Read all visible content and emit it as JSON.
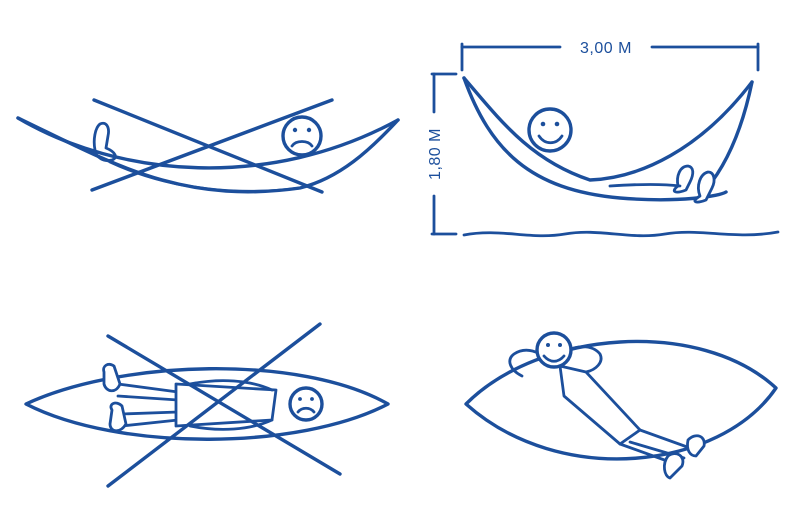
{
  "dimensions": {
    "width_label": "3,00 M",
    "height_label": "1,80 M"
  },
  "colors": {
    "line": "#1c4f9c",
    "background": "#ffffff"
  },
  "panels": [
    {
      "id": "wrong-lengthwise-hammock",
      "marked_incorrect": true,
      "face": "sad"
    },
    {
      "id": "correct-diagonal-hammock",
      "marked_incorrect": false,
      "face": "happy"
    },
    {
      "id": "wrong-lying-straight-top-view",
      "marked_incorrect": true,
      "face": "sad"
    },
    {
      "id": "correct-lying-diagonal-top-view",
      "marked_incorrect": false,
      "face": "happy"
    }
  ]
}
